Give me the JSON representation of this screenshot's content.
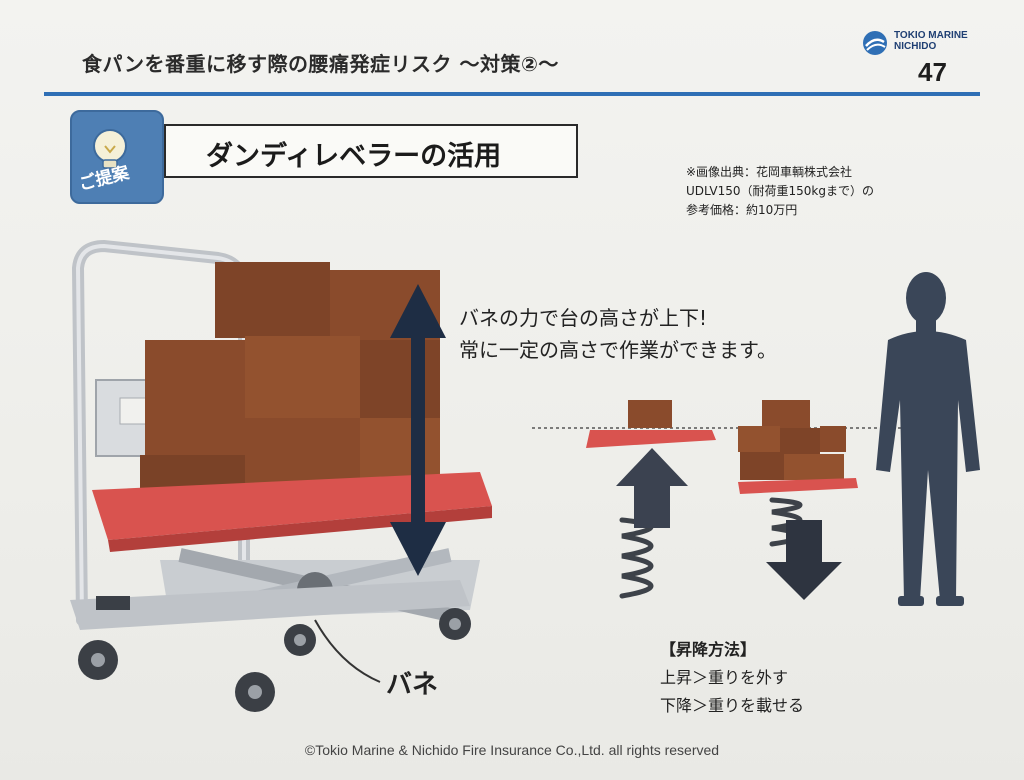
{
  "header": {
    "title": "食パンを番重に移す際の腰痛発症リスク ～対策②～",
    "company_name": "TOKIO MARINE\nNICHIDO",
    "page_number": "47"
  },
  "badge": {
    "label": "ご提案",
    "icon": "lightbulb-icon"
  },
  "heading": "ダンディレベラーの活用",
  "source_note": [
    "※画像出典：花岡車輌株式会社",
    "UDLV150（耐荷重150kgまで）の",
    "参考価格：約10万円"
  ],
  "illustration": {
    "spring_message": [
      "バネの力で台の高さが上下!",
      "常に一定の高さで作業ができます。"
    ],
    "spring_label": "バネ"
  },
  "method": {
    "heading": "【昇降方法】",
    "raise": "上昇＞重りを外す",
    "lower": "下降＞重りを載せる"
  },
  "footer": {
    "copyright": "©Tokio Marine & Nichido Fire Insurance Co.,Ltd. all rights  reserved"
  },
  "colors": {
    "rule_blue": "#2f6fb5",
    "badge_blue": "#4e7fb4",
    "platform_red": "#d9534f",
    "box_brown": "#8a4b2c",
    "arrow_navy": "#1e2d44",
    "silhouette": "#3a4658"
  }
}
